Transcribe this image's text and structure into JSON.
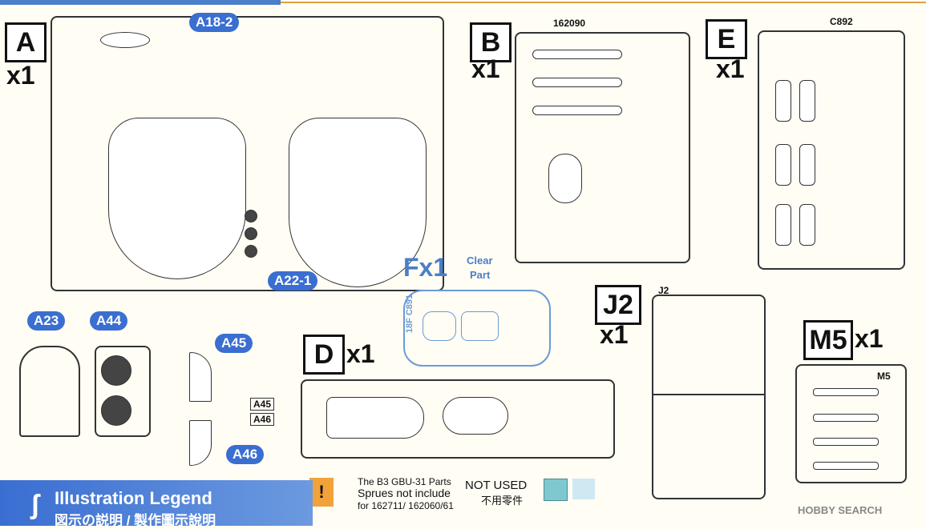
{
  "sprues": {
    "A": {
      "letter": "A",
      "count": "x1"
    },
    "B": {
      "letter": "B",
      "count": "x1",
      "code": "162090"
    },
    "E": {
      "letter": "E",
      "count": "x1",
      "code": "C892"
    },
    "D": {
      "letter": "D",
      "count": "x1"
    },
    "J2": {
      "letter": "J2",
      "count": "x1",
      "tag": "J2"
    },
    "M5": {
      "letter": "M5",
      "count": "x1",
      "tag": "M5"
    },
    "F": {
      "letter": "Fx1",
      "clear": "Clear",
      "part": "Part",
      "code": "18F C891"
    }
  },
  "callouts": {
    "a18_2": "A18-2",
    "a22_1": "A22-1",
    "a23": "A23",
    "a44": "A44",
    "a45": "A45",
    "a46": "A46",
    "a45_tag": "A45",
    "a46_tag": "A46"
  },
  "note": {
    "line1": "The B3 GBU-31 Parts",
    "line2": "Sprues not include",
    "line3": "for 162711/ 162060/61",
    "not_used": "NOT USED",
    "not_used_cn": "不用零件",
    "colors": {
      "not_used_a": "#7fc8d0",
      "not_used_b": "#cfe9f3",
      "warn": "#f2a23a"
    }
  },
  "legend": {
    "title": "Illustration Legend",
    "subtitle": "図示の説明 / 製作圖示說明"
  },
  "watermark": "HOBBY SEARCH"
}
